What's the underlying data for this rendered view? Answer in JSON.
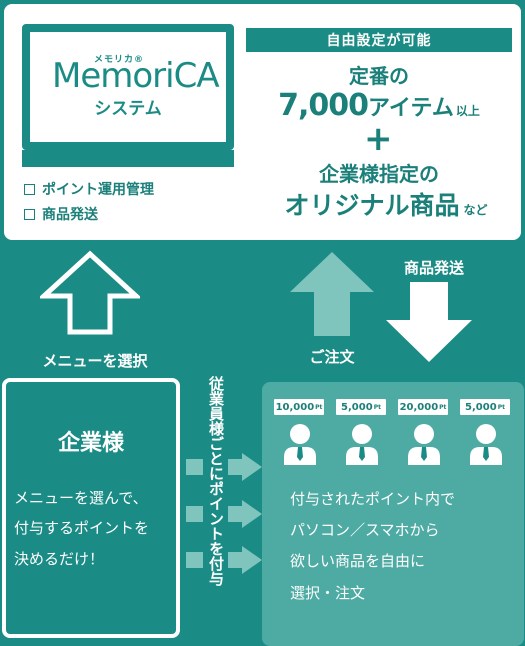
{
  "colors": {
    "background": "#1b8b85",
    "accent_text": "#1b7f7a",
    "light_panel": "#4eaba3",
    "light_arrow": "#7fc5bd",
    "white": "#ffffff"
  },
  "logo": {
    "small_text": "メモリカ®",
    "main_text": "MemoriCA",
    "system_label": "システム"
  },
  "features": [
    {
      "label": "ポイント運用管理"
    },
    {
      "label": "商品発送"
    }
  ],
  "catalog": {
    "banner": "自由設定が可能",
    "teiban": "定番の",
    "items_count": "7,000",
    "items_word": "アイテム",
    "items_suffix": "以上",
    "plus": "+",
    "kigyo_line": "企業様指定の",
    "original_main": "オリジナル商品",
    "original_suffix": "など"
  },
  "arrows": {
    "select_menu": "メニューを選択",
    "order": "ご注文",
    "ship": "商品発送"
  },
  "company": {
    "title": "企業様",
    "desc_lines": [
      "メニューを選んで、",
      "付与するポイントを",
      "決めるだけ！"
    ]
  },
  "vertical_text": "従業員様ごとにポイントを付与",
  "employees": {
    "point_tags": [
      {
        "value": "10,000",
        "unit": "Pt"
      },
      {
        "value": "5,000",
        "unit": "Pt"
      },
      {
        "value": "20,000",
        "unit": "Pt"
      },
      {
        "value": "5,000",
        "unit": "Pt"
      }
    ],
    "person_icon": "person-icon",
    "desc_lines": [
      "付与されたポイント内で",
      "パソコン／スマホから",
      "欲しい商品を自由に",
      "選択・注文"
    ]
  }
}
